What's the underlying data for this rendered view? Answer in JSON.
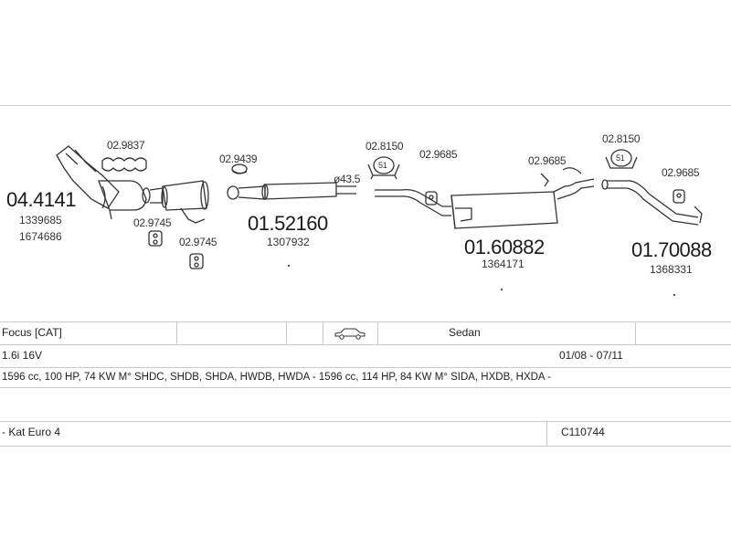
{
  "parts": [
    {
      "number": "04.4141",
      "refs": [
        "1339685",
        "1674686"
      ],
      "accessories": [
        "02.9837",
        "02.9745",
        "02.9745"
      ]
    },
    {
      "number": "01.52160",
      "refs": [
        "1307932"
      ],
      "accessories": [
        "02.9439"
      ]
    },
    {
      "number": "01.60882",
      "refs": [
        "1364171"
      ],
      "accessories": [
        "02.8150",
        "02.9685",
        "02.9685"
      ]
    },
    {
      "number": "01.70088",
      "refs": [
        "1368331"
      ],
      "accessories": [
        "02.8150",
        "02.9685"
      ]
    }
  ],
  "pipe_diameter": "ø43.5",
  "clamp_size": "51",
  "vehicle": {
    "model": "Focus  [CAT]",
    "body": "Sedan",
    "engine": "1.6i 16V",
    "period": "01/08 - 07/11",
    "specs": "1596 cc, 100 HP, 74 KW M° SHDC, SHDB, SHDA, HWDB, HWDA - 1596 cc, 114 HP, 84 KW M° SIDA, HXDB, HXDA -",
    "emission": "- Kat Euro 4",
    "code": "C110744"
  },
  "icons": {
    "car": "sedan-car-icon"
  }
}
